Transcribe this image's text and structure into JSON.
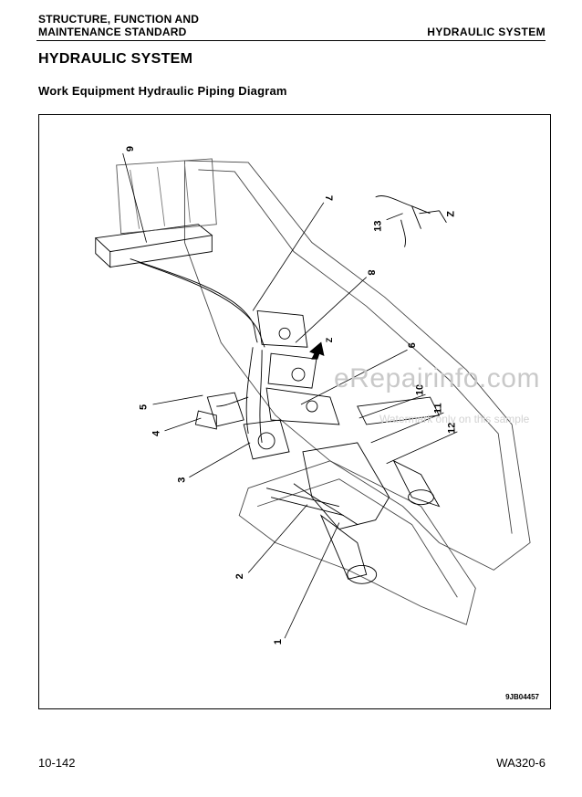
{
  "header": {
    "left_line1": "STRUCTURE, FUNCTION AND",
    "left_line2": "MAINTENANCE STANDARD",
    "right": "HYDRAULIC SYSTEM"
  },
  "title": "HYDRAULIC SYSTEM",
  "subtitle": "Work Equipment Hydraulic Piping Diagram",
  "diagram": {
    "callouts": [
      "1",
      "2",
      "3",
      "4",
      "5",
      "6",
      "7",
      "8",
      "9",
      "10",
      "11",
      "12",
      "13"
    ],
    "view_letter": "Z",
    "figure_id": "9JB04457"
  },
  "watermark": {
    "main": "eRepairinfo.com",
    "sub": "Watermark only on this sample"
  },
  "footer": {
    "page": "10-142",
    "model": "WA320-6"
  }
}
